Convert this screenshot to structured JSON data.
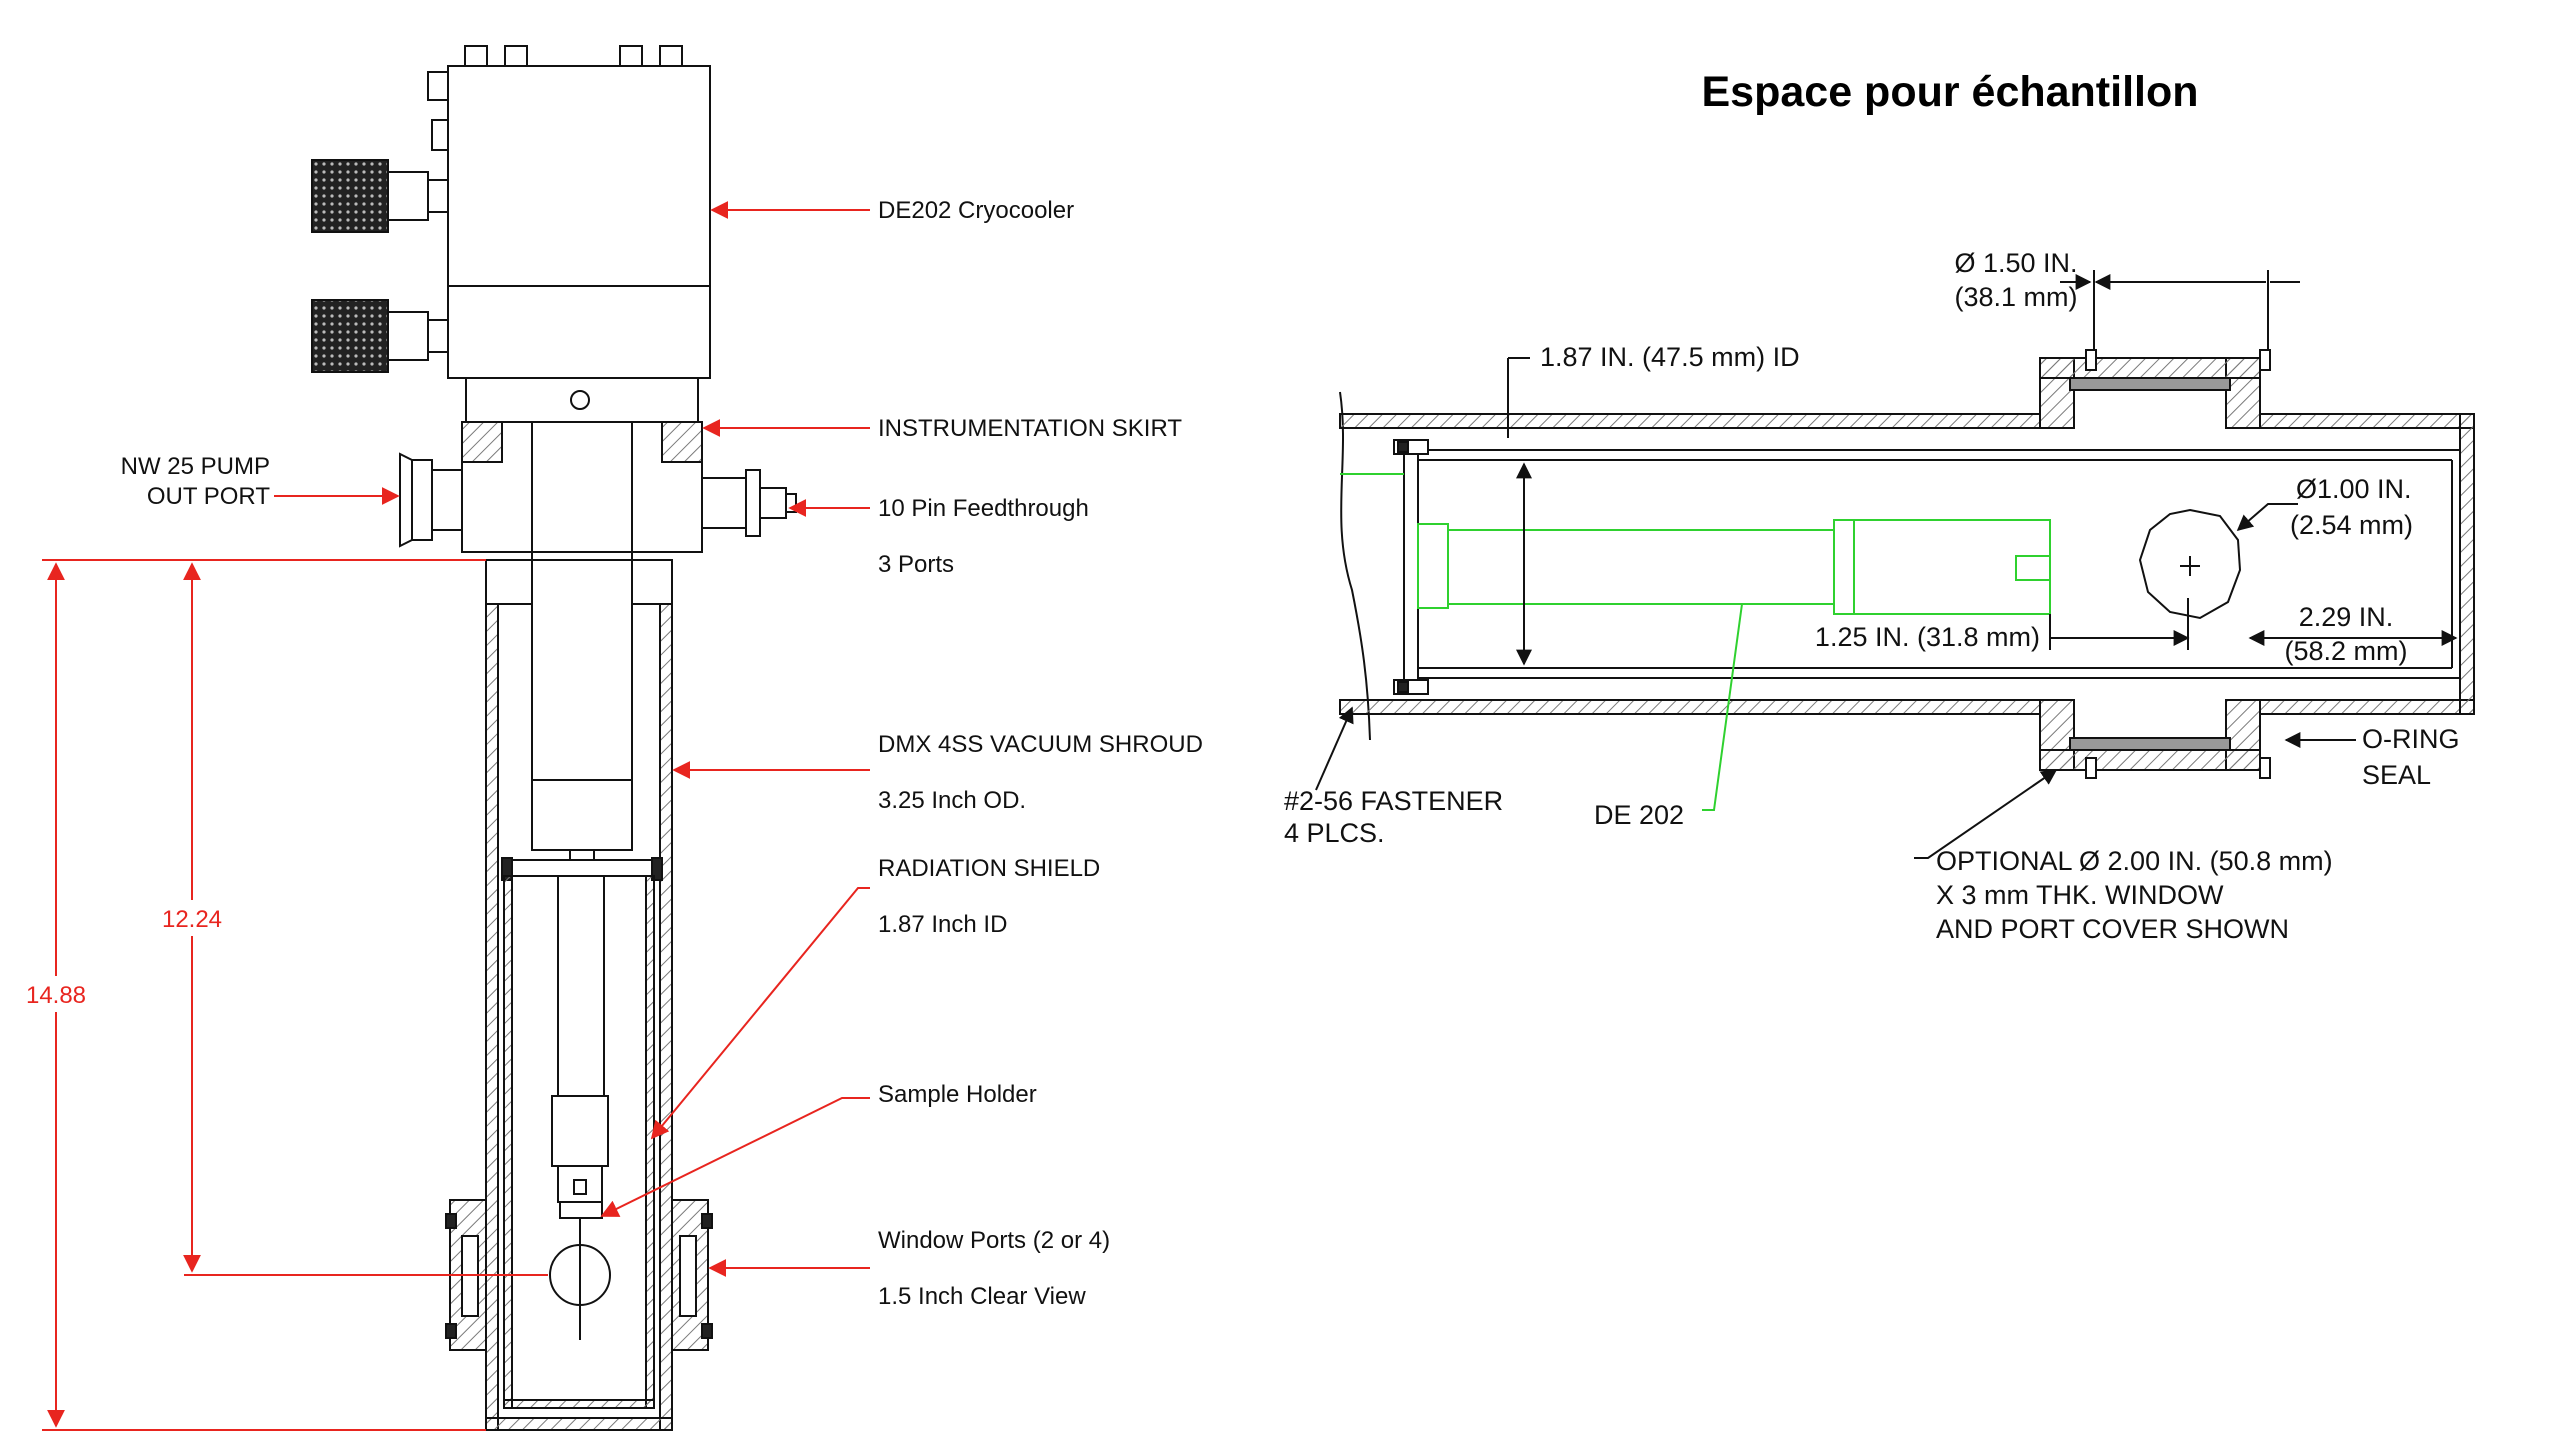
{
  "title": "Espace pour échantillon",
  "left_figure": {
    "callouts": {
      "cryocooler": "DE202 Cryocooler",
      "skirt": "INSTRUMENTATION SKIRT",
      "pump_port_line1": "NW 25 PUMP",
      "pump_port_line2": "OUT PORT",
      "feedthrough_line1": "10 Pin Feedthrough",
      "feedthrough_line2": "3 Ports",
      "shroud_line1": "DMX 4SS VACUUM SHROUD",
      "shroud_line2": "3.25 Inch OD.",
      "shield_line1": "RADIATION SHIELD",
      "shield_line2": "1.87 Inch ID",
      "sample_holder": "Sample Holder",
      "window_line1": "Window Ports (2 or 4)",
      "window_line2": "1.5 Inch Clear View"
    },
    "dimensions": {
      "inner": "12.24",
      "outer": "14.88"
    }
  },
  "right_figure": {
    "dim_window_dia_line1": "Ø 1.50 IN.",
    "dim_window_dia_line2": "(38.1 mm)",
    "dim_id": "1.87 IN. (47.5 mm) ID",
    "dim_sample_line1": "Ø1.00 IN.",
    "dim_sample_line2": "(2.54 mm)",
    "dim_length": "1.25 IN. (31.8 mm)",
    "dim_offset_line1": "2.29 IN.",
    "dim_offset_line2": "(58.2 mm)",
    "oring_line1": "O-RING",
    "oring_line2": "SEAL",
    "fastener_line1": "#2-56 FASTENER",
    "fastener_line2": "4 PLCS.",
    "de202": "DE 202",
    "optional_line1": "OPTIONAL Ø 2.00 IN. (50.8 mm)",
    "optional_line2": "X 3 mm THK. WINDOW",
    "optional_line3": "AND PORT COVER SHOWN"
  },
  "colors": {
    "line": "#111111",
    "dimension_red": "#e8251f",
    "highlight_green": "#2fd12f",
    "hatch": "#888888"
  }
}
